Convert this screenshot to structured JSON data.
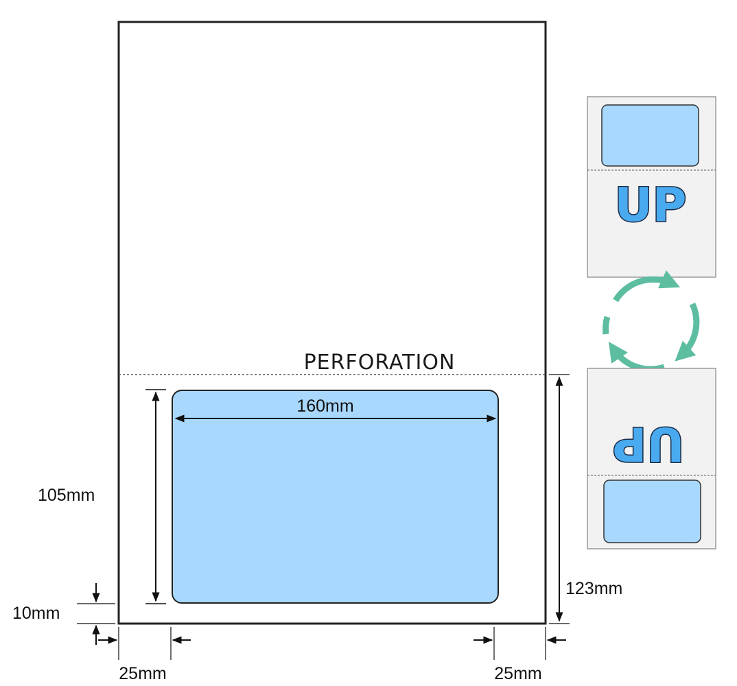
{
  "labels": {
    "perforation": "PERFORATION",
    "label_width": "160mm",
    "label_height": "105mm",
    "bottom_margin": "10mm",
    "left_margin": "25mm",
    "right_margin": "25mm",
    "lower_section_height": "123mm",
    "up_top": "UP",
    "up_bottom": "UP"
  },
  "colors": {
    "label_fill": "#a8d8fd",
    "outline": "#222222",
    "thumb_fill": "#f2f2f2",
    "thumb_border": "#9a9a9a",
    "arrow_teal": "#5dbda0",
    "up_fill": "#4aaaf0",
    "up_stroke": "#1a2a44"
  },
  "icons": {
    "rotation": "rotate-arrows-icon"
  }
}
